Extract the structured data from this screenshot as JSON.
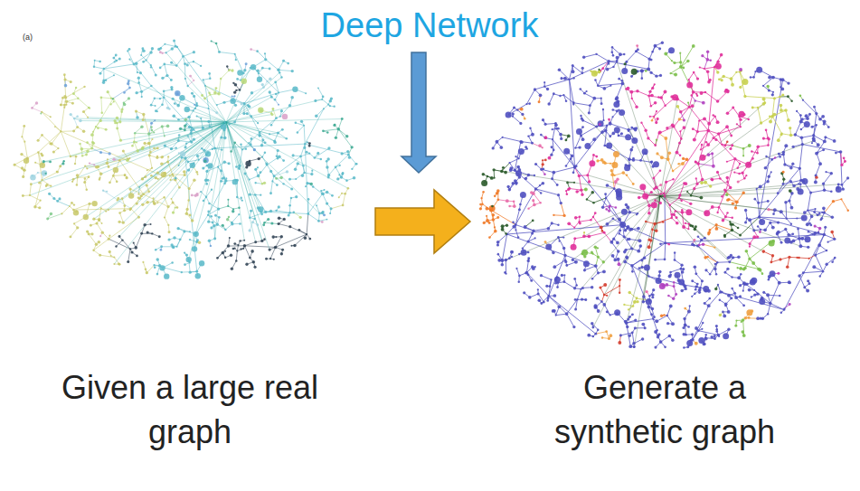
{
  "diagram": {
    "title": "Deep Network",
    "nodes": [
      {
        "text": [
          "Given a large real graph"
        ]
      },
      {
        "text": [
          "Generate a synthetic graph"
        ]
      }
    ],
    "edges": [
      {
        "from": 0,
        "to": 1,
        "arrow": "to"
      }
    ],
    "labels": [
      "(a)"
    ]
  }
}
